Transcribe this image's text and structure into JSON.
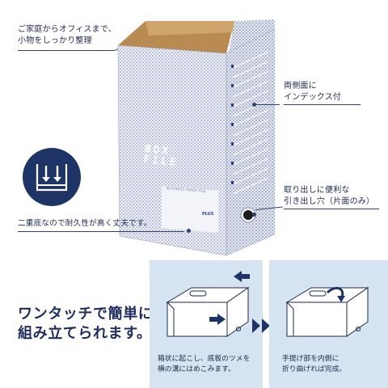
{
  "callouts": {
    "top_left": [
      "ご家庭からオフィスまで、",
      "小物をしっかり整理"
    ],
    "right_index": [
      "両側面に",
      "インデックス付"
    ],
    "right_hole": [
      "取り出しに便利な",
      "引き出し穴（片面のみ）"
    ],
    "left_bottom": "二重底なので耐久性が高く丈夫です。"
  },
  "box": {
    "label": "BOX FILE",
    "sub_label": "BUSINESS PAPER FILE",
    "brand": "PLUS"
  },
  "headline": [
    "ワンタッチで簡単に",
    "組み立てられます。"
  ],
  "steps": [
    {
      "caption": [
        "箱状に起こし、底板のツメを",
        "横の溝にはめこみます。"
      ]
    },
    {
      "caption": [
        "手提げ部を内側に",
        "折り曲げれば完成。"
      ]
    }
  ],
  "colors": {
    "navy": "#1e2d5e",
    "panel": "#d6e4f2",
    "box_pattern": "#aab3c8"
  },
  "icons": [
    "double-bottom-icon",
    "arrow-left-icon",
    "arrow-right-icon",
    "double-chevron-icon"
  ]
}
